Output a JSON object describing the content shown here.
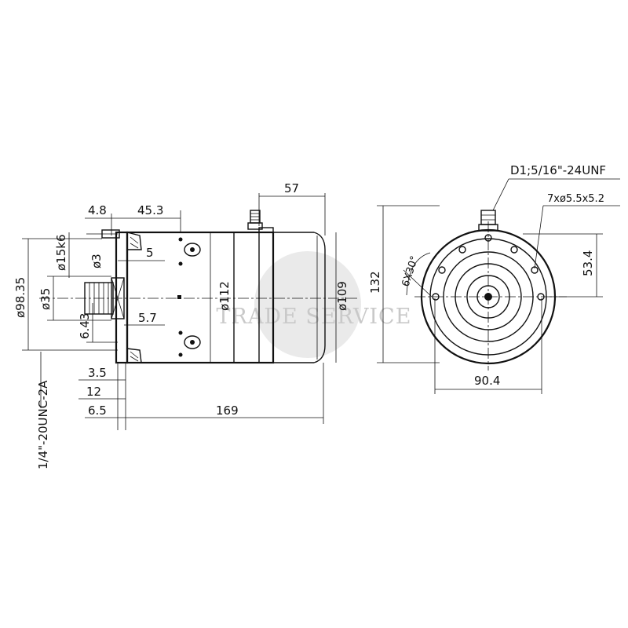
{
  "watermark": {
    "text": "TRADE SERVICE",
    "circle_color": "#d9d9d9",
    "text_color": "#c9c9c9"
  },
  "side_view": {
    "dims": {
      "d_4_8": "4.8",
      "d_45_3": "45.3",
      "d_57": "57",
      "d_15k6": "ø15k6",
      "d_3": "ø3",
      "d_5": "5",
      "d_98_35": "ø98.35",
      "d_35": "ø35",
      "d_6_43": "6.43",
      "d_5_7": "5.7",
      "d_112": "ø112",
      "d_109": "ø109",
      "d_132": "132",
      "d_3_5": "3.5",
      "d_12": "12",
      "d_6_5": "6.5",
      "d_169": "169",
      "thread": "1/4\"-20UNC-2A"
    }
  },
  "end_view": {
    "labels": {
      "terminal": "D1;5/16\"-24UNF",
      "holes": "7xø5.5x5.2",
      "angle": "6X30°",
      "d_53_4": "53.4",
      "d_90_4": "90.4"
    }
  }
}
